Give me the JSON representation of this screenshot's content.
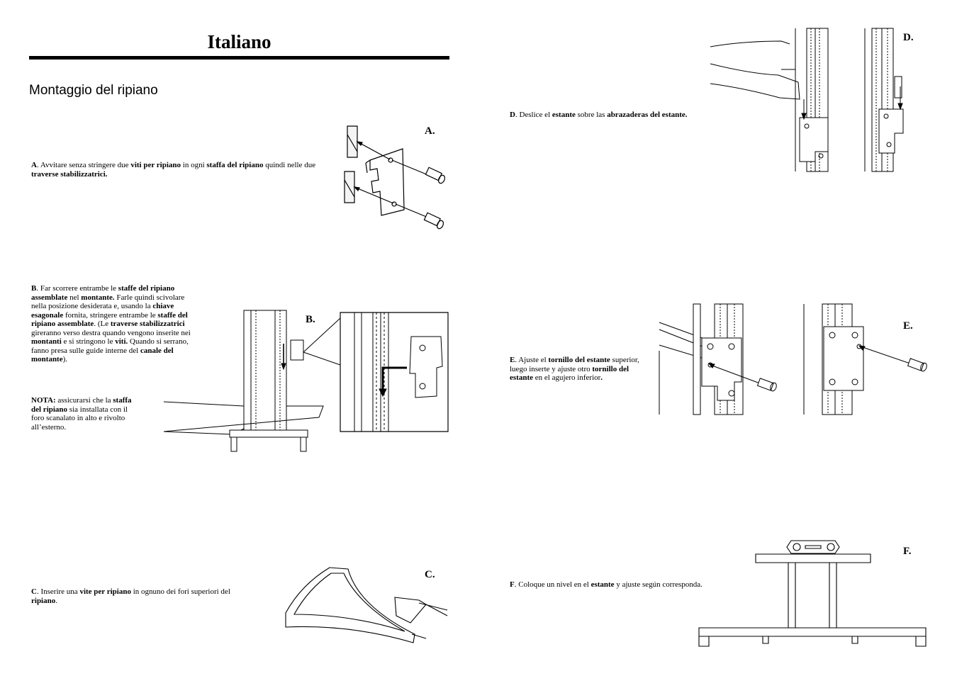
{
  "page": {
    "title": "Italiano",
    "section_heading": "Montaggio del ripiano"
  },
  "steps": {
    "A": {
      "letter": "A",
      "figure_label": "A.",
      "parts": [
        {
          "t": "A",
          "b": true
        },
        {
          "t": ". Avvitare senza stringere due ",
          "b": false
        },
        {
          "t": "viti per ripiano",
          "b": true
        },
        {
          "t": " in ogni ",
          "b": false
        },
        {
          "t": "staffa del ripiano",
          "b": true
        },
        {
          "t": " quindi nelle due ",
          "b": false
        },
        {
          "t": "traverse stabilizzatrici.",
          "b": true
        }
      ]
    },
    "B": {
      "letter": "B",
      "figure_label": "B.",
      "parts": [
        {
          "t": "B",
          "b": true
        },
        {
          "t": ". Far scorrere entrambe le ",
          "b": false
        },
        {
          "t": "staffe del ripiano assemblate",
          "b": true
        },
        {
          "t": " nel ",
          "b": false
        },
        {
          "t": "montante.",
          "b": true
        },
        {
          "t": " Farle quindi scivolare nella posizione desiderata e, usando la ",
          "b": false
        },
        {
          "t": "chiave esagonale",
          "b": true
        },
        {
          "t": " fornita, stringere entrambe le ",
          "b": false
        },
        {
          "t": "staffe del ripiano assemblate",
          "b": true
        },
        {
          "t": ". (Le ",
          "b": false
        },
        {
          "t": "traverse stabilizzatrici",
          "b": true
        },
        {
          "t": " gireranno verso destra quando vengono inserite nei ",
          "b": false
        },
        {
          "t": "montanti",
          "b": true
        },
        {
          "t": " e si stringono le ",
          "b": false
        },
        {
          "t": "viti.",
          "b": true
        },
        {
          "t": " Quando si serrano, fanno presa sulle guide interne del ",
          "b": false
        },
        {
          "t": "canale del montante",
          "b": true
        },
        {
          "t": ").",
          "b": false
        }
      ],
      "note_parts": [
        {
          "t": "NOTA:",
          "b": true
        },
        {
          "t": " assicurarsi che la ",
          "b": false
        },
        {
          "t": "staffa del ripiano",
          "b": true
        },
        {
          "t": " sia installata con il foro scanalato in alto e rivolto all’esterno.",
          "b": false
        }
      ]
    },
    "C": {
      "letter": "C",
      "figure_label": "C.",
      "parts": [
        {
          "t": "C",
          "b": true
        },
        {
          "t": ". Inserire una ",
          "b": false
        },
        {
          "t": "vite per ripiano",
          "b": true
        },
        {
          "t": " in ognuno dei fori superiori del ",
          "b": false
        },
        {
          "t": "ripiano",
          "b": true
        },
        {
          "t": ".",
          "b": false
        }
      ]
    },
    "D": {
      "letter": "D",
      "figure_label": "D.",
      "parts": [
        {
          "t": "D",
          "b": true
        },
        {
          "t": ". Deslice el ",
          "b": false
        },
        {
          "t": "estante",
          "b": true
        },
        {
          "t": " sobre las ",
          "b": false
        },
        {
          "t": "abrazaderas del estante.",
          "b": true
        }
      ]
    },
    "E": {
      "letter": "E",
      "figure_label": "E.",
      "parts": [
        {
          "t": "E",
          "b": true
        },
        {
          "t": ". Ajuste el ",
          "b": false
        },
        {
          "t": "tornillo del estante",
          "b": true
        },
        {
          "t": " superior, luego inserte y ajuste otro ",
          "b": false
        },
        {
          "t": "tornillo del estante",
          "b": true
        },
        {
          "t": " en el agujero inferior",
          "b": false
        },
        {
          "t": ".",
          "b": true
        }
      ]
    },
    "F": {
      "letter": "F",
      "figure_label": "F.",
      "parts": [
        {
          "t": "F",
          "b": true
        },
        {
          "t": ". Coloque un nivel en el ",
          "b": false
        },
        {
          "t": "estante",
          "b": true
        },
        {
          "t": " y ajuste según corresponda.",
          "b": false
        }
      ]
    }
  }
}
